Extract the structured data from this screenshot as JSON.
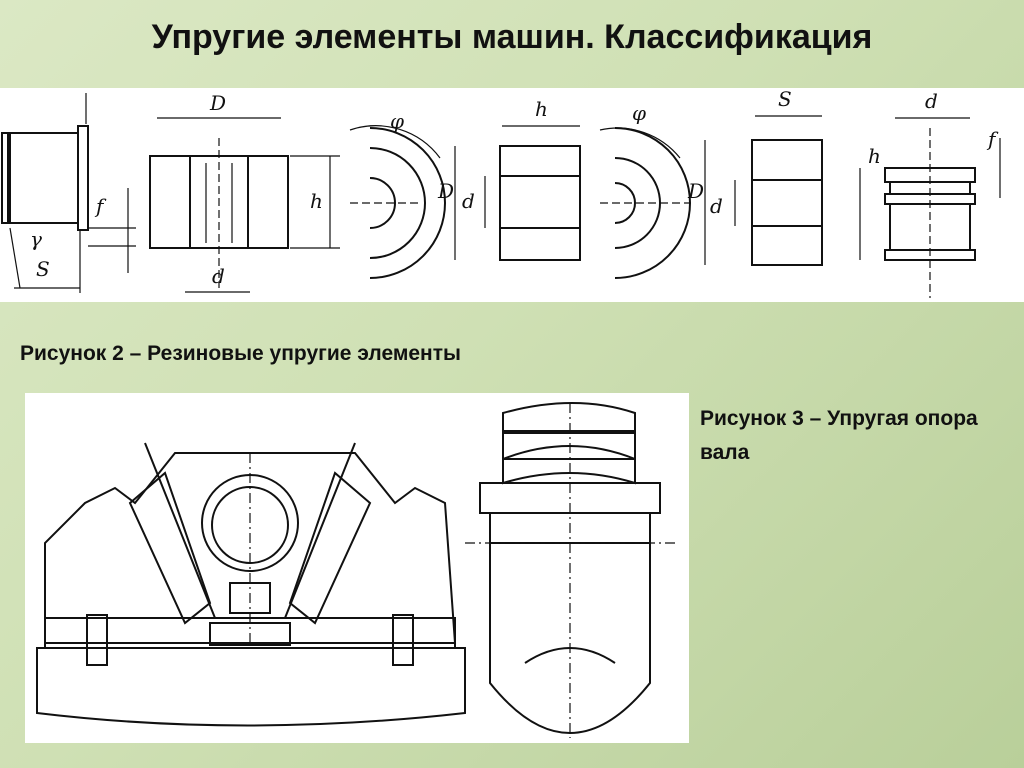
{
  "title": "Упругие элементы машин. Классификация",
  "figure2": {
    "caption": "Рисунок 2 – Резиновые упругие элементы",
    "labels": {
      "D": "D",
      "h": "h",
      "d": "d",
      "S": "S",
      "f": "f",
      "gamma": "γ",
      "phi": "φ"
    }
  },
  "figure3": {
    "caption": "Рисунок 3 – Упругая опора вала"
  }
}
